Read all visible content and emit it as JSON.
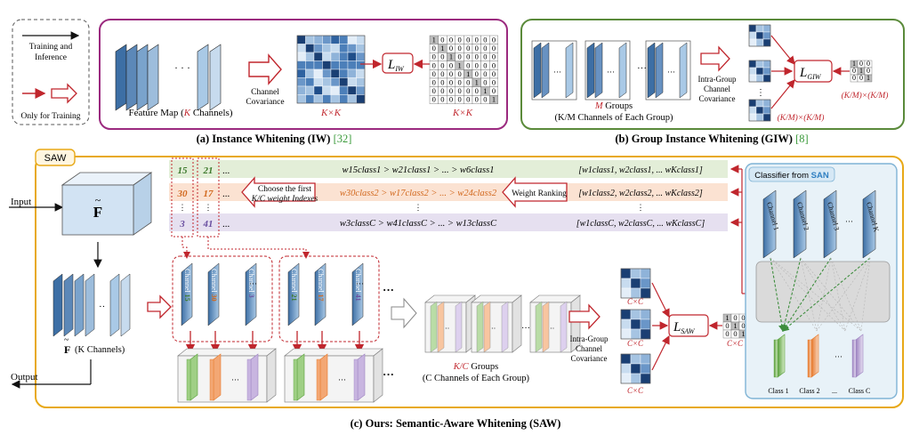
{
  "legend": {
    "line1": "Training and",
    "line2": "Inference",
    "only_training": "Only for Training"
  },
  "panel_a": {
    "caption": "(a) Instance Whitening (IW) ",
    "ref": "[32]",
    "feature_map_prefix": "Feature Map (",
    "feature_map_k": "K",
    "feature_map_suffix": " Channels)",
    "channel": "Channel",
    "covariance": "Covariance",
    "kxk": "K×K",
    "loss": "L",
    "loss_sub": "IW",
    "identity_rows": [
      "10000000",
      "01000000",
      "00100000",
      "00010000",
      "00001000",
      "00000100",
      "00000010",
      "00000001"
    ]
  },
  "panel_b": {
    "caption": "(b) Group Instance Whitening (GIW) ",
    "ref": "[8]",
    "m_groups_m": "M",
    "m_groups": " Groups",
    "each_group": "(K/M Channels of Each Group)",
    "intra1": "Intra-Group",
    "intra2": "Channel",
    "intra3": "Covariance",
    "dim1": "(K/M)×(K/M)",
    "dim2": "(K/M)×(K/M)",
    "loss": "L",
    "loss_sub": "GIW",
    "identity_rows": [
      "100",
      "010",
      "001"
    ]
  },
  "panel_c": {
    "title": "SAW",
    "caption": "(c) Ours: Semantic-Aware Whitening (SAW)",
    "input": "Input",
    "output": "Output",
    "f_tilde": "F",
    "k_channels": "(K Channels)",
    "choose1": "Choose the first",
    "choose2": "K/C weight Indexes",
    "weight_ranking": "Weight Ranking",
    "classifier_title": "Classifier from ",
    "classifier_san": "SAN",
    "rank_rows": [
      {
        "i1": "15",
        "i2": "21",
        "expr": "w15class1 > w21class1 > ... > w6class1",
        "vec": "[w1class1, w2class1, ... wKclass1]"
      },
      {
        "i1": "30",
        "i2": "17",
        "expr": "w30class2 > w17class2 > ... > w24class2",
        "vec": "[w1class2, w2class2, ... wKclass2]"
      },
      {
        "i1": "3",
        "i2": "41",
        "expr": "w3classC > w41classC > ... > w13classC",
        "vec": "[w1classC, w2classC, ... wKclassC]"
      }
    ],
    "channels_left": [
      "Channel 15",
      "Channel 30",
      "Channel 3"
    ],
    "channels_right": [
      "Channel 21",
      "Channel 17",
      "Channel 41"
    ],
    "classifier_channels": [
      "Channel 1",
      "Channel 2",
      "Channel 3",
      "Channel K"
    ],
    "classes": [
      "Class 1",
      "Class 2",
      "...",
      "Class C"
    ],
    "kc_groups_kc": "K/C",
    "kc_groups": " Groups",
    "each_group": "(C Channels of Each Group)",
    "intra1": "Intra-Group",
    "intra2": "Channel",
    "intra3": "Covariance",
    "cxc": "C×C",
    "loss": "L",
    "loss_sub": "SAW",
    "identity_rows": [
      "100",
      "010",
      "001"
    ]
  },
  "colors": {
    "panel_a_border": "#9b2a7f",
    "panel_b_border": "#5a8a3a",
    "panel_c_border": "#e8a917",
    "arrow_red": "#c0262d",
    "row_green": "#e3eed8",
    "row_orange": "#fbe2d2",
    "row_purple": "#e6e0f0",
    "classifier_bg": "#e8f2f8",
    "classifier_border": "#7fb3d5"
  }
}
